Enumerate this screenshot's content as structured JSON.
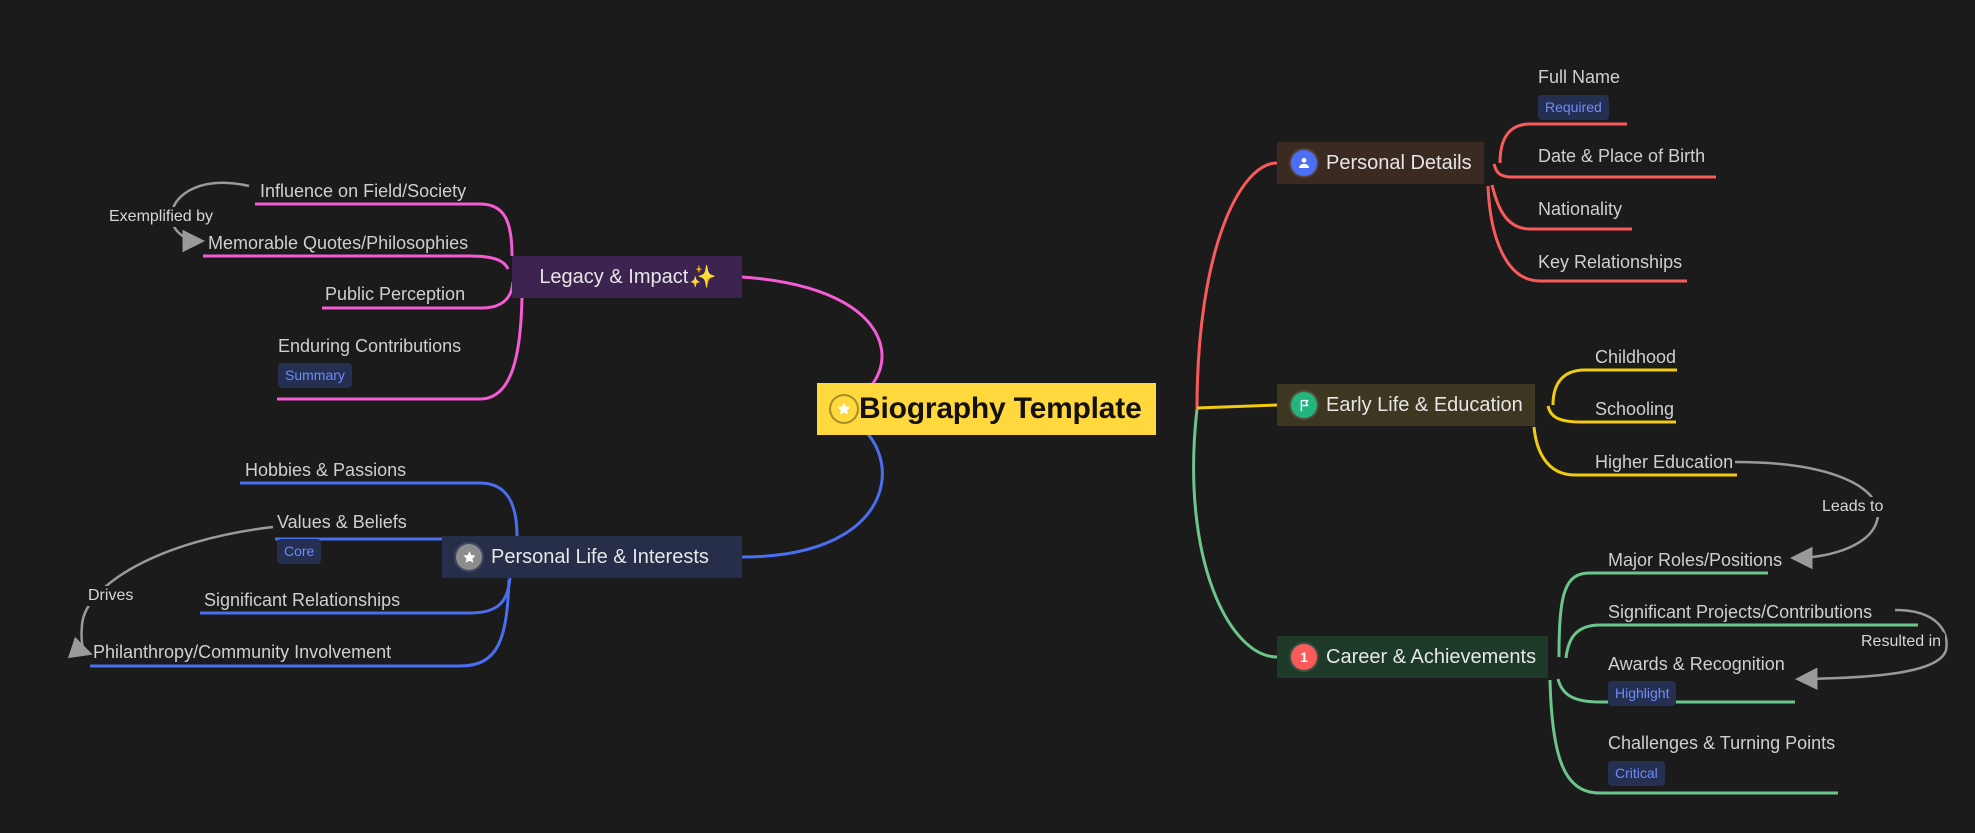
{
  "theme": {
    "background": "#1b1b1b",
    "root_bg": "#ffd83d",
    "root_text": "#14110c",
    "leaf_text": "#cfcfcf",
    "badge_bg": "#242f52",
    "badge_text": "#6f8cf7",
    "crosslink_color": "#9a9a9a"
  },
  "root": {
    "label": "Biography Template",
    "icon": "star-circle-icon",
    "icon_color": "#ffd83d"
  },
  "branches": [
    {
      "id": "personal-details",
      "label": "Personal Details",
      "icon": "person-circle-icon",
      "icon_color": "#4c6ef5",
      "node_bg": "#3b2a21",
      "link_color": "#fa5a5a",
      "side": "right",
      "children": [
        {
          "label": "Full Name",
          "badge": "Required"
        },
        {
          "label": "Date & Place of Birth",
          "badge": null
        },
        {
          "label": "Nationality",
          "badge": null
        },
        {
          "label": "Key Relationships",
          "badge": null
        }
      ]
    },
    {
      "id": "early-life-education",
      "label": "Early Life & Education",
      "icon": "flag-circle-icon",
      "icon_color": "#24b47e",
      "node_bg": "#3d3621",
      "link_color": "#f2cb10",
      "side": "right",
      "children": [
        {
          "label": "Childhood",
          "badge": null
        },
        {
          "label": "Schooling",
          "badge": null
        },
        {
          "label": "Higher Education",
          "badge": null
        }
      ]
    },
    {
      "id": "career-achievements",
      "label": "Career & Achievements",
      "icon": "number-one-circle-icon",
      "icon_color": "#fa5a5a",
      "icon_text": "1",
      "node_bg": "#1e3a29",
      "link_color": "#6cc58b",
      "side": "right",
      "children": [
        {
          "label": "Major Roles/Positions",
          "badge": null
        },
        {
          "label": "Significant Projects/Contributions",
          "badge": null
        },
        {
          "label": "Awards & Recognition",
          "badge": "Highlight"
        },
        {
          "label": "Challenges & Turning Points",
          "badge": "Critical"
        }
      ]
    },
    {
      "id": "legacy-impact",
      "label": "Legacy & Impact",
      "icon": "sparkles-icon",
      "icon_glyph": "✨",
      "node_bg": "#3d2450",
      "link_color": "#f45bd4",
      "side": "left",
      "children": [
        {
          "label": "Influence on Field/Society",
          "badge": null
        },
        {
          "label": "Memorable Quotes/Philosophies",
          "badge": null
        },
        {
          "label": "Public Perception",
          "badge": null
        },
        {
          "label": "Enduring Contributions",
          "badge": "Summary"
        }
      ]
    },
    {
      "id": "personal-life-interests",
      "label": "Personal Life & Interests",
      "icon": "star-circle-icon",
      "icon_color": "#8d8d8d",
      "node_bg": "#262e4a",
      "link_color": "#4a6ef0",
      "side": "left",
      "children": [
        {
          "label": "Hobbies & Passions",
          "badge": null
        },
        {
          "label": "Values & Beliefs",
          "badge": "Core"
        },
        {
          "label": "Significant Relationships",
          "badge": null
        },
        {
          "label": "Philanthropy/Community Involvement",
          "badge": null
        }
      ]
    }
  ],
  "cross_links": [
    {
      "id": "exemplified-by",
      "label": "Exemplified by",
      "from": "Influence on Field/Society",
      "to": "Memorable Quotes/Philosophies"
    },
    {
      "id": "drives",
      "label": "Drives",
      "from": "Values & Beliefs",
      "to": "Philanthropy/Community Involvement"
    },
    {
      "id": "leads-to",
      "label": "Leads to",
      "from": "Higher Education",
      "to": "Major Roles/Positions"
    },
    {
      "id": "resulted-in",
      "label": "Resulted in",
      "from": "Significant Projects/Contributions",
      "to": "Awards & Recognition"
    }
  ]
}
